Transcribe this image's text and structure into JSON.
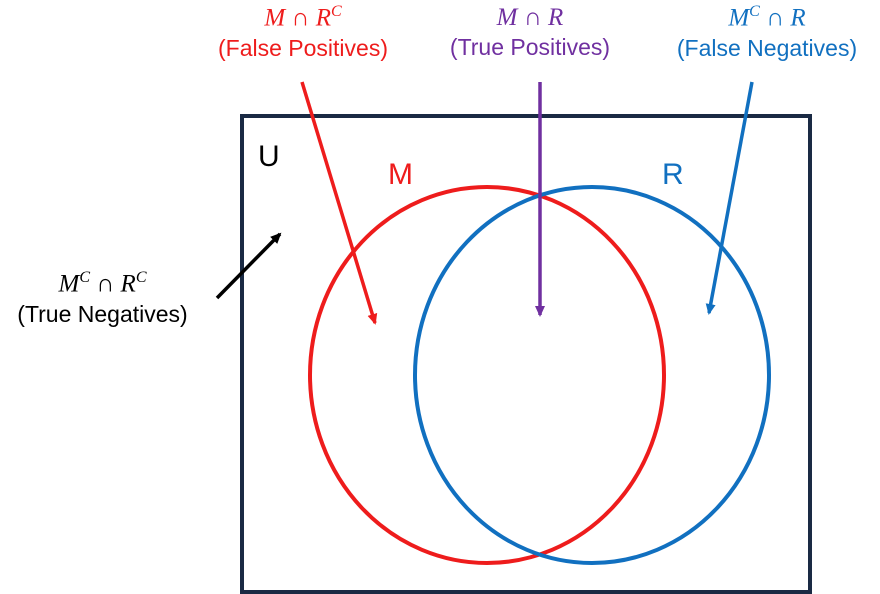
{
  "universe": {
    "label": "U"
  },
  "sets": {
    "M": {
      "label": "M",
      "color": "#ee1c1c"
    },
    "R": {
      "label": "R",
      "color": "#1170c0"
    }
  },
  "regions": {
    "false_positives": {
      "base1": "M ∩ R",
      "sup1": "C",
      "base2": "",
      "sup2": "",
      "description": "(False Positives)",
      "color": "#ee1c1c"
    },
    "true_positives": {
      "base1": "M ∩ R",
      "sup1": "",
      "base2": "",
      "sup2": "",
      "description": "(True Positives)",
      "color": "#7030a0"
    },
    "false_negatives": {
      "base1": "M",
      "sup1": "C",
      "base2": " ∩ R",
      "sup2": "",
      "description": "(False Negatives)",
      "color": "#1170c0"
    },
    "true_negatives": {
      "base1": "M",
      "sup1": "C",
      "base2": " ∩ R",
      "sup2": "C",
      "description": "(True Negatives)",
      "color": "#000000"
    }
  },
  "frame_color": "#1a2a44"
}
